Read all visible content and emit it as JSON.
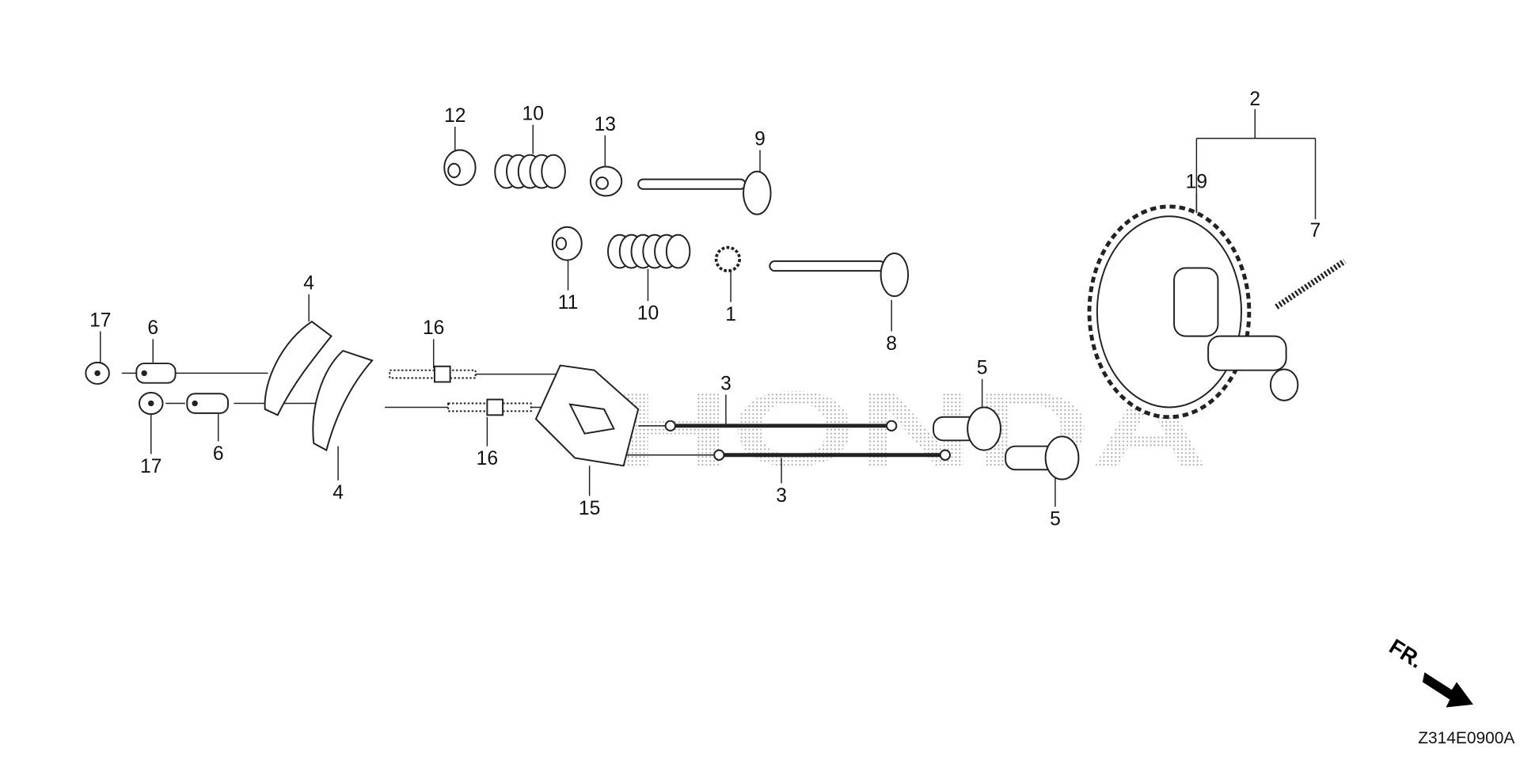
{
  "watermark": "HONDA",
  "callouts": [
    "12",
    "10",
    "13",
    "9",
    "2",
    "19",
    "7",
    "11",
    "10",
    "1",
    "8",
    "4",
    "17",
    "6",
    "16",
    "3",
    "5",
    "17",
    "6",
    "16",
    "4",
    "15",
    "3",
    "5"
  ],
  "direction_marker": "FR.",
  "diagram_code": "Z314E0900A",
  "colors": {
    "ink": "#111111",
    "background": "#ffffff",
    "watermark": "#bbbbbb"
  }
}
